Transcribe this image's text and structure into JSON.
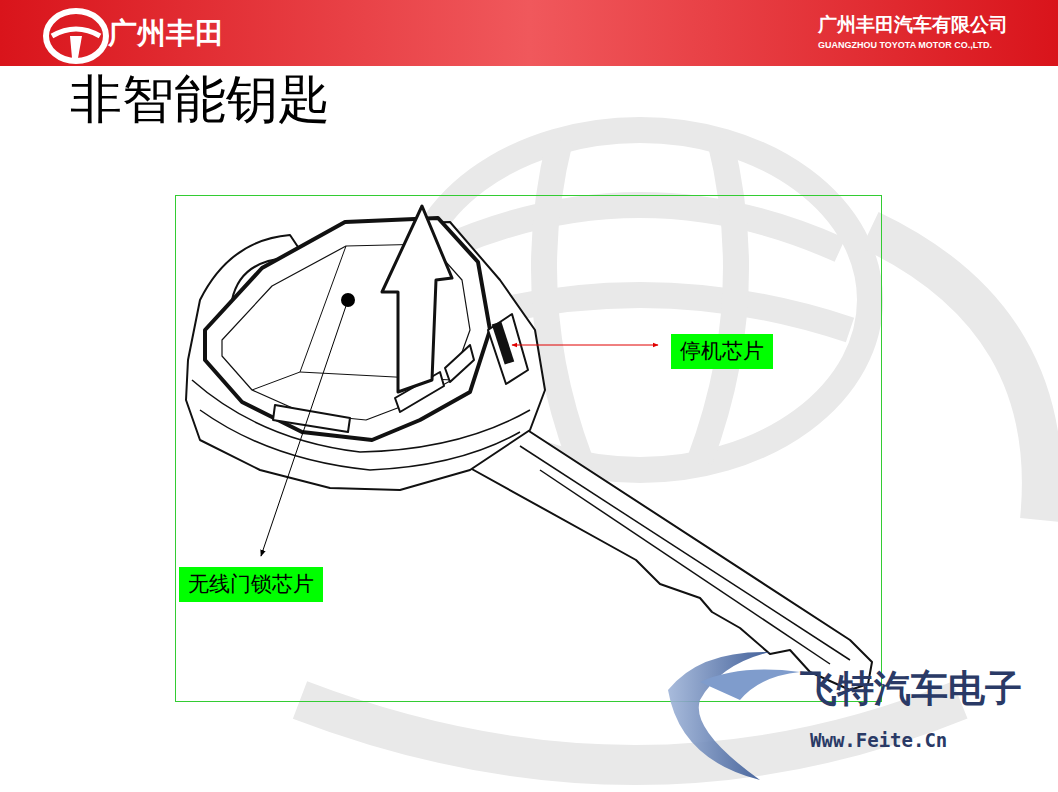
{
  "diagram": {
    "title": "非智能钥匙",
    "nodes": [
      {
        "text": [
          "停机芯片"
        ]
      },
      {
        "text": [
          "无线门锁芯片"
        ]
      }
    ],
    "labels": [
      "广州丰田",
      "广州丰田汽车有限公司",
      "GUANGZHOU TOYOTA MOTOR CO.,LTD.",
      "飞特汽车电子",
      "Www.Feite.Cn"
    ]
  }
}
